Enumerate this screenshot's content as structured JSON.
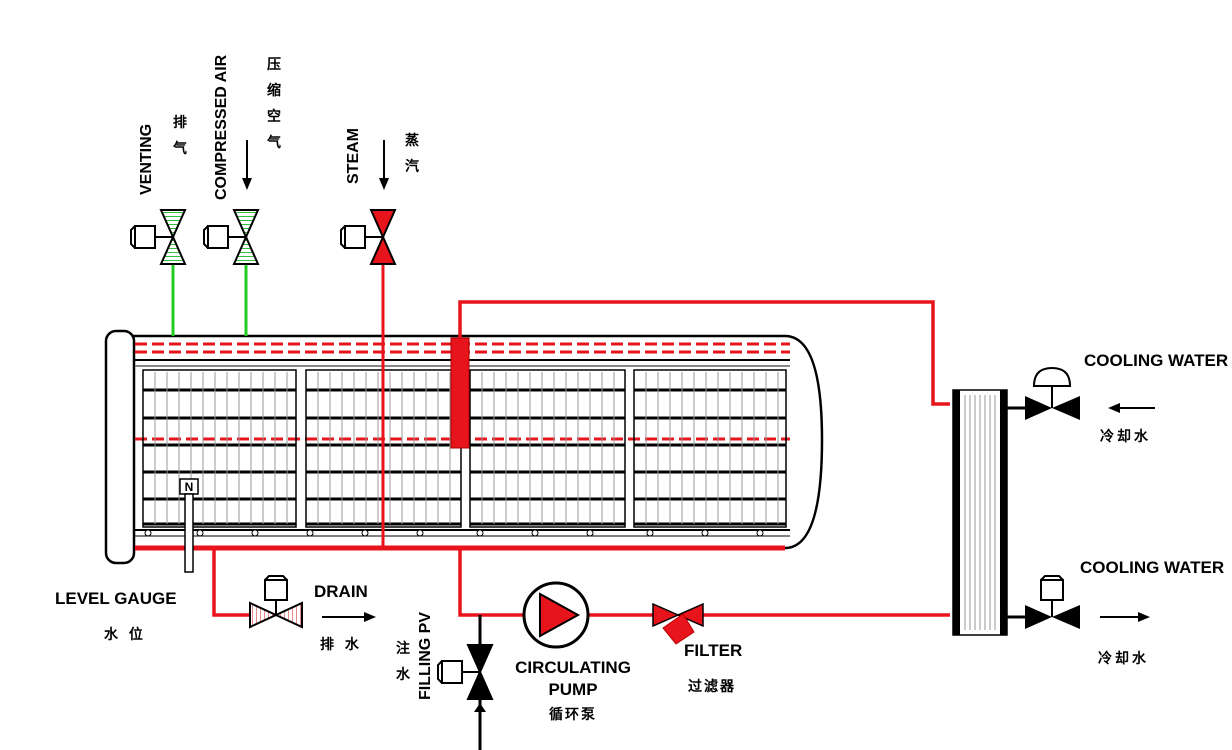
{
  "labels": {
    "venting_en": "VENTING",
    "venting_zh": "排气",
    "compressed_air_en": "COMPRESSED AIR",
    "compressed_air_zh": "压缩空气",
    "steam_en": "STEAM",
    "steam_zh": "蒸汽",
    "cooling_water_in_en": "COOLING WATER",
    "cooling_water_in_zh": "冷却水",
    "cooling_water_out_en": "COOLING WATER",
    "cooling_water_out_zh": "冷却水",
    "level_gauge_en": "LEVEL GAUGE",
    "level_gauge_zh": "水 位",
    "level_gauge_marker": "N",
    "drain_en": "DRAIN",
    "drain_zh": "排 水",
    "filling_en": "FILLING PV",
    "filling_zh": "注水",
    "pump_en_1": "CIRCULATING",
    "pump_en_2": "PUMP",
    "pump_zh": "循环泵",
    "filter_en": "FILTER",
    "filter_zh": "过滤器"
  },
  "colors": {
    "steam_line": "#e8141c",
    "air_line": "#22cc22",
    "valve_green_fill": "#bfe8c0",
    "valve_red_fill": "#e8141c",
    "outline": "#000000"
  }
}
